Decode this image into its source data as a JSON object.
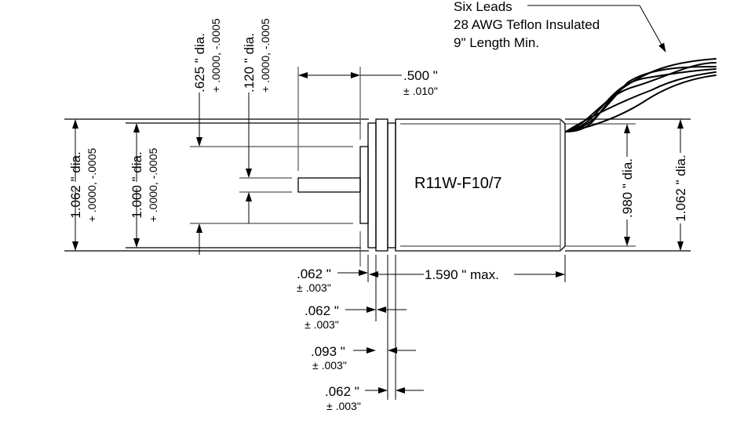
{
  "drawing": {
    "part_number": "R11W-F10/7",
    "leads_note": {
      "line1": "Six Leads",
      "line2": "28 AWG Teflon Insulated",
      "line3": "9\" Length Min."
    },
    "dimensions": {
      "d625": {
        "value": ".625 \" dia.",
        "tol": "+ .0000, -.0005"
      },
      "d120": {
        "value": ".120 \" dia.",
        "tol": "+ .0000, -.0005"
      },
      "d500": {
        "value": ".500 \"",
        "tol": "± .010\""
      },
      "d1062_left": {
        "value": "1.062 \" dia.",
        "tol": "+ .0000, -.0005"
      },
      "d1000": {
        "value": "1.000 \" dia.",
        "tol": "+ .0000, -.0005"
      },
      "d980": {
        "value": ".980 \" dia."
      },
      "d1062_right": {
        "value": "1.062 \" dia."
      },
      "d1590": {
        "value": "1.590 \" max."
      },
      "w062_a": {
        "value": ".062 \"",
        "tol": "± .003\""
      },
      "w062_b": {
        "value": ".062 \"",
        "tol": "± .003\""
      },
      "w093": {
        "value": ".093 \"",
        "tol": "± .003\""
      },
      "w062_c": {
        "value": ".062 \"",
        "tol": "± .003\""
      }
    }
  }
}
